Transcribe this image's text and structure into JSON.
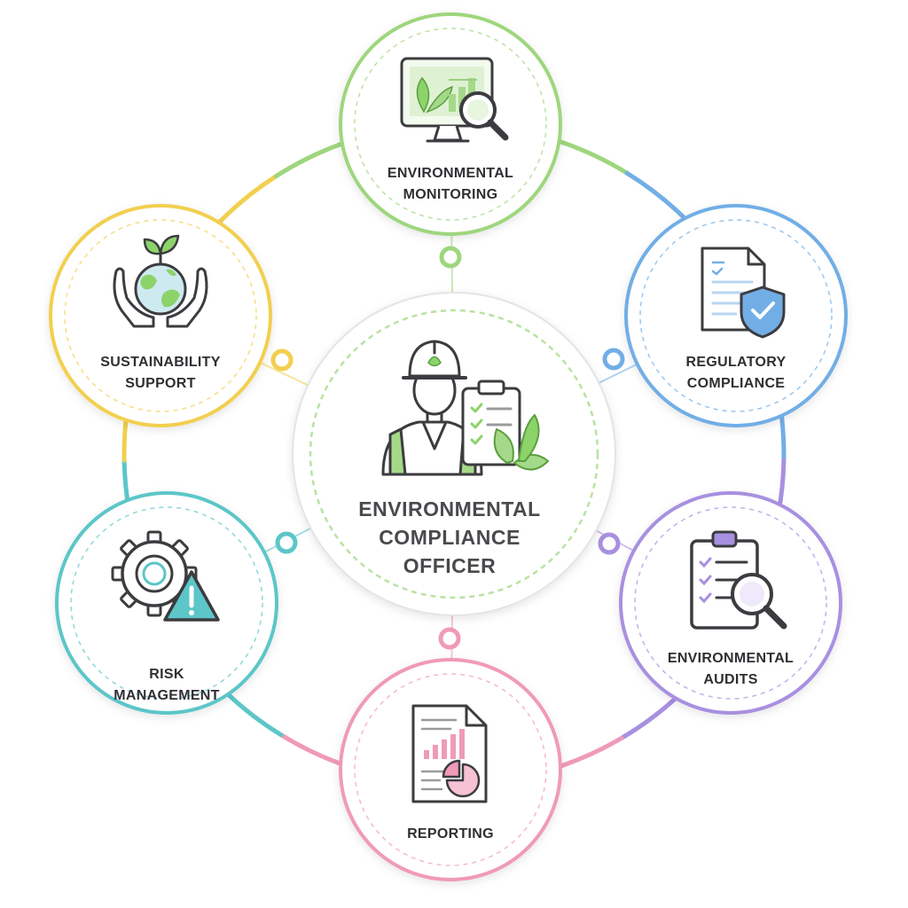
{
  "center": {
    "lines": [
      "ENVIRONMENTAL",
      "COMPLIANCE",
      "OFFICER"
    ],
    "accent": "#8cd36a",
    "icon": "officer-icon"
  },
  "nodes": [
    {
      "id": "environmental-monitoring",
      "lines": [
        "ENVIRONMENTAL",
        "MONITORING"
      ],
      "color": "#9ed67d",
      "icon": "monitor-magnifier-icon"
    },
    {
      "id": "regulatory-compliance",
      "lines": [
        "REGULATORY",
        "COMPLIANCE"
      ],
      "color": "#72aee6",
      "icon": "document-shield-icon"
    },
    {
      "id": "environmental-audits",
      "lines": [
        "ENVIRONMENTAL",
        "AUDITS"
      ],
      "color": "#a890e0",
      "icon": "clipboard-magnifier-icon"
    },
    {
      "id": "reporting",
      "lines": [
        "REPORTING"
      ],
      "color": "#f09ab8",
      "icon": "report-chart-icon"
    },
    {
      "id": "risk-management",
      "lines": [
        "RISK",
        "MANAGEMENT"
      ],
      "color": "#5cc6c8",
      "icon": "gear-warning-icon"
    },
    {
      "id": "sustainability-support",
      "lines": [
        "SUSTAINABILITY",
        "SUPPORT"
      ],
      "color": "#f2cf4f",
      "icon": "hands-globe-icon"
    }
  ]
}
